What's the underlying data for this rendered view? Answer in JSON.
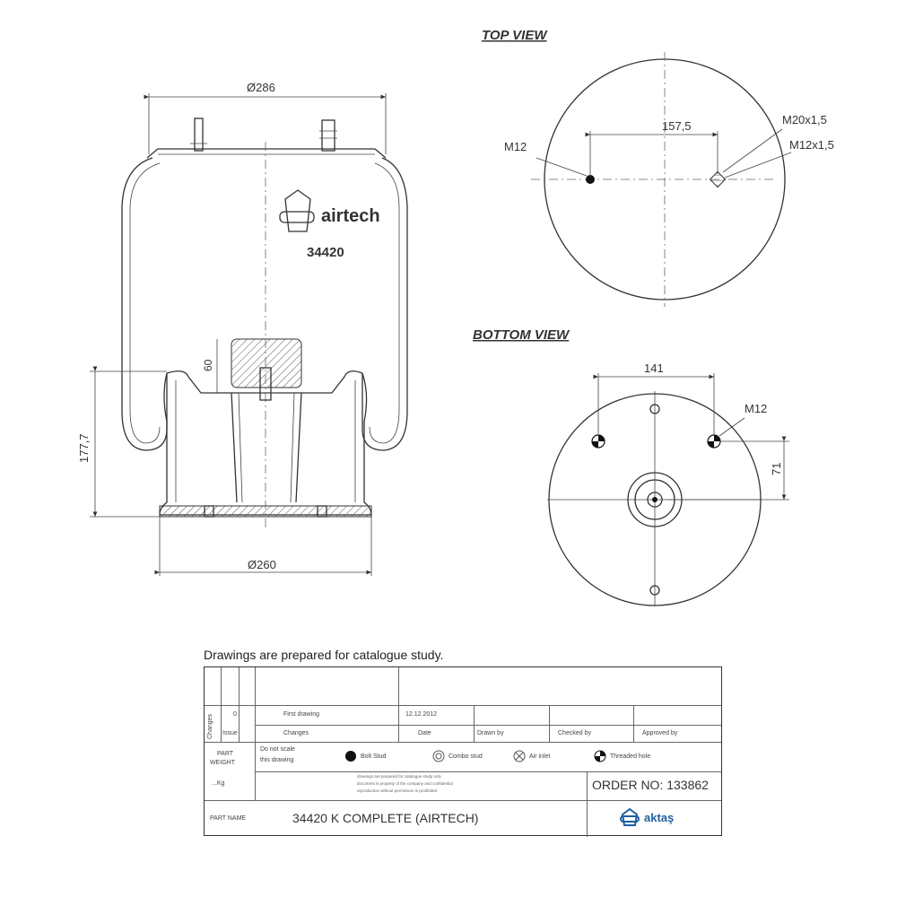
{
  "views": {
    "top_view_title": "TOP VIEW",
    "bottom_view_title": "BOTTOM VIEW"
  },
  "side_view": {
    "top_diameter": "Ø286",
    "bottom_diameter": "Ø260",
    "height": "177,7",
    "piston_dim": "60",
    "brand": "airtech",
    "part_code": "34420"
  },
  "top_view": {
    "spacing": "157,5",
    "left_hole": "M12",
    "right_hole_1": "M20x1,5",
    "right_hole_2": "M12x1,5"
  },
  "bottom_view": {
    "spacing": "141",
    "offset": "71",
    "hole": "M12"
  },
  "note": "Drawings are  prepared for  catalogue study.",
  "title_block": {
    "rev_row": {
      "number": "0",
      "changes": "First drawing",
      "date": "12.12.2012"
    },
    "headers": {
      "issue": "Issue",
      "changes": "Changes",
      "date": "Date",
      "drawn_by": "Drawn by",
      "checked_by": "Checked by",
      "approved_by": "Approved by"
    },
    "side_label": "Changes",
    "left_labels": [
      "PART",
      "WEIGHT",
      "...Kg"
    ],
    "scale_note": [
      "Do not scale",
      "this drawing"
    ],
    "legend": [
      "Bolt Stud",
      "Combo stud",
      "Air inlet",
      "Threaded hole"
    ],
    "fine_print": [
      "drawings are prepared for catalogue study only",
      "document is property of the company and confidential",
      "reproduction without permission is prohibited"
    ],
    "order_no": "ORDER NO: 133862",
    "part_name_label": "PART NAME",
    "part_name": "34420 K COMPLETE (AIRTECH)",
    "company": "aktaş"
  }
}
